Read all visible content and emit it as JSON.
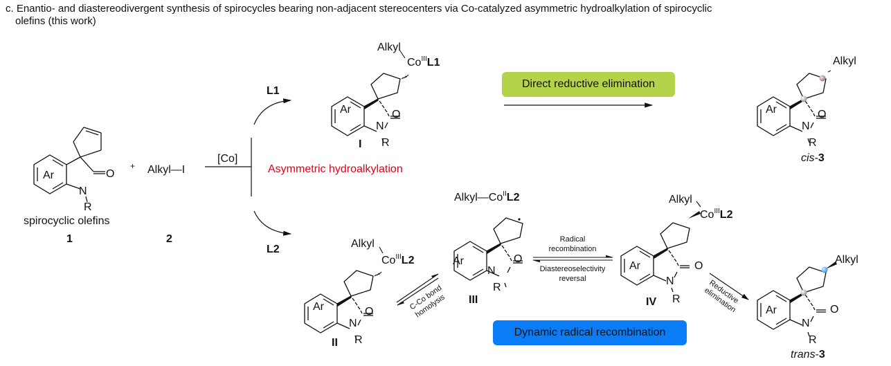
{
  "caption": {
    "line1": "c. Enantio- and diastereodivergent synthesis of spirocycles bearing non-adjacent stereocenters via Co-catalyzed asymmetric hydroalkylation of spirocyclic",
    "line2": "olefins (this work)"
  },
  "reactants": {
    "olefin": {
      "ring_label": "Ar",
      "n_label": "N",
      "r_label": "R",
      "o_label": "O",
      "name": "spirocyclic olefins",
      "number": "1"
    },
    "plus": "+",
    "alkyl_iodide": {
      "formula": "Alkyl—I",
      "number": "2"
    }
  },
  "catalyst": "[Co]",
  "ligands": {
    "top": "L1",
    "bottom": "L2"
  },
  "step_label_red": "Asymmetric hydroalkylation",
  "colors": {
    "red_label": "#e3001b",
    "green_pill": "#b5d34a",
    "blue_pill": "#0a7cf5",
    "cis_stereocenter": "#c9a4a4",
    "trans_stereocenter": "#5aa8f0",
    "spiro_stereocenter": "#b8b8b8"
  },
  "intermediates": {
    "I": {
      "label": "I",
      "alkyl": "Alkyl",
      "co": "Co",
      "co_ox": "III",
      "ligand": "L1"
    },
    "II": {
      "label": "II",
      "alkyl": "Alkyl",
      "co": "Co",
      "co_ox": "III",
      "ligand": "L2"
    },
    "III": {
      "label": "III",
      "radical_partner": "Alkyl—Co",
      "co_ox": "II",
      "ligand": "L2"
    },
    "IV": {
      "label": "IV",
      "alkyl": "Alkyl",
      "co": "Co",
      "co_ox": "III",
      "ligand": "L2"
    }
  },
  "common": {
    "ar": "Ar",
    "n": "N",
    "r": "R",
    "o": "O",
    "alkyl": "Alkyl"
  },
  "pathways": {
    "direct": "Direct reductive elimination",
    "dynamic": "Dynamic radical recombination",
    "homolysis_line1": "C-Co bond",
    "homolysis_line2": "homolysis",
    "recomb_above_1": "Radical",
    "recomb_above_2": "recombination",
    "recomb_below_1": "Diastereoselectivity",
    "recomb_below_2": "reversal",
    "reductive_1": "Reductive",
    "reductive_2": "elimination"
  },
  "products": {
    "cis": {
      "prefix": "cis",
      "number": "3"
    },
    "trans": {
      "prefix": "trans",
      "number": "3"
    }
  }
}
